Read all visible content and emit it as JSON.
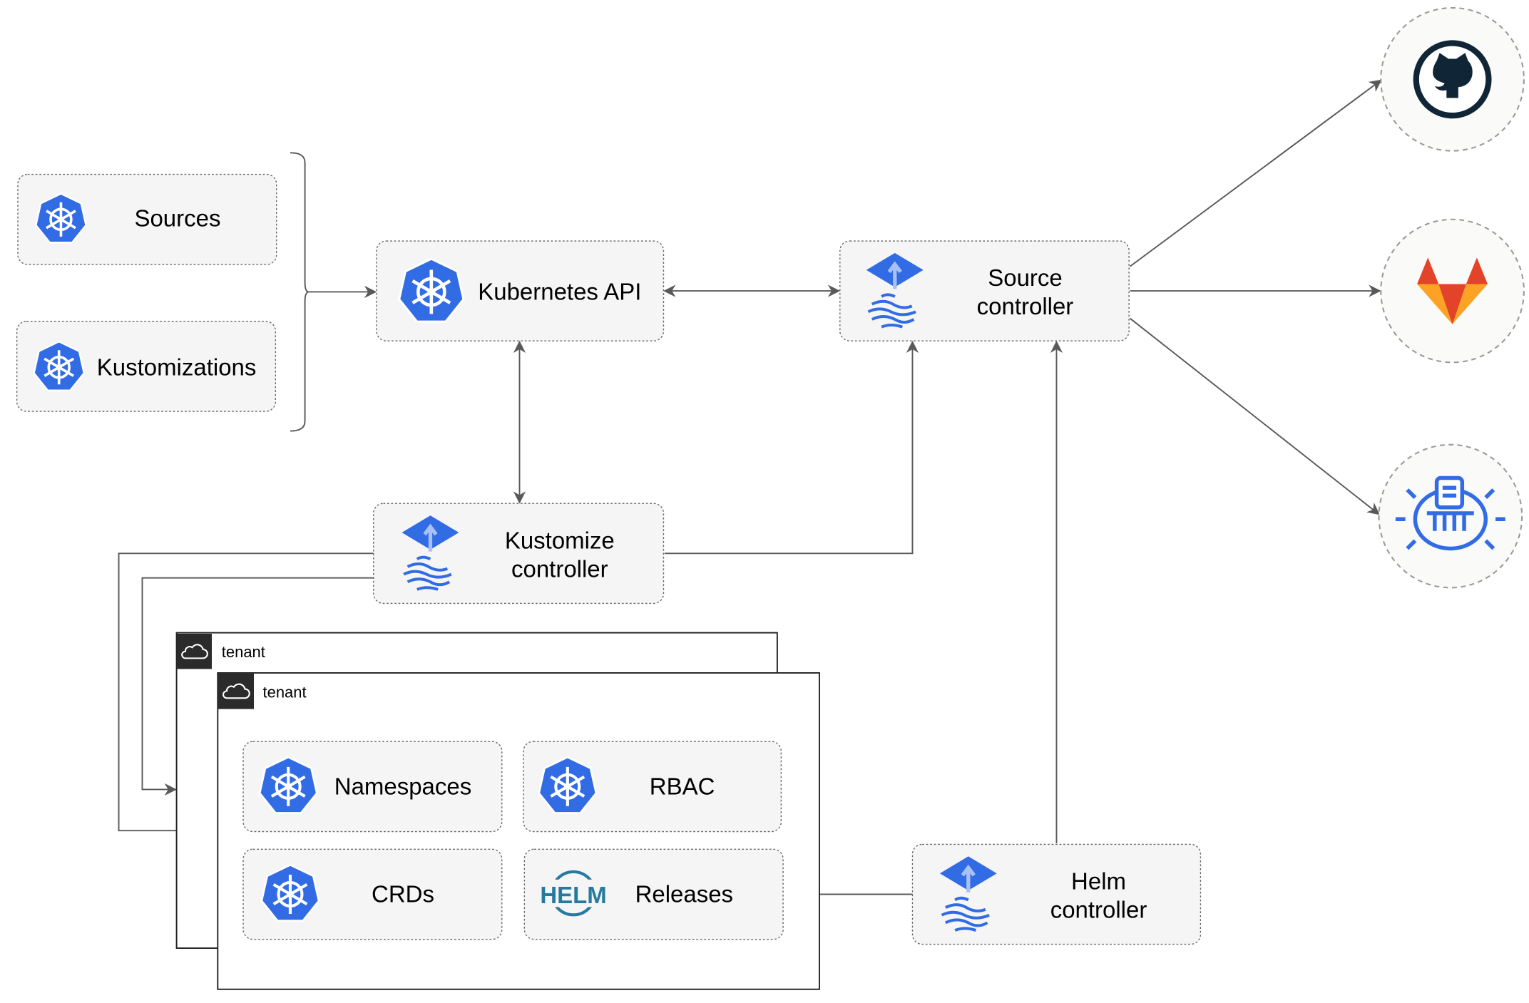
{
  "nodes": {
    "sources": "Sources",
    "kustomizations": "Kustomizations",
    "kubernetes_api": "Kubernetes API",
    "source_controller": [
      "Source",
      "controller"
    ],
    "kustomize_controller": [
      "Kustomize",
      "controller"
    ],
    "helm_controller": [
      "Helm",
      "controller"
    ],
    "namespaces": "Namespaces",
    "rbac": "RBAC",
    "crds": "CRDs",
    "releases": "Releases"
  },
  "tenants": [
    "tenant",
    "tenant"
  ],
  "helm_logo_text": "HELM",
  "external_sources": [
    {
      "icon": "github-icon"
    },
    {
      "icon": "gitlab-icon"
    },
    {
      "icon": "bucket-icon"
    }
  ],
  "colors": {
    "kubernetes_blue": "#326ce5",
    "github_dark": "#102535",
    "gitlab_orange": "#e24329",
    "gitlab_light": "#fca326",
    "helm_blue": "#277a9f",
    "edge": "#595959"
  }
}
